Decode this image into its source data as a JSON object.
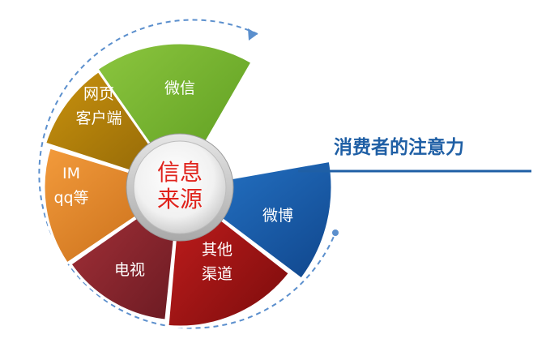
{
  "center_label": [
    "信息",
    "来源"
  ],
  "heading": "消费者的注意力",
  "segments": [
    {
      "id": "wechat",
      "lines": [
        "微信"
      ],
      "color": "#8cc63f",
      "dark": "#5a9a1e"
    },
    {
      "id": "weibo",
      "lines": [
        "微博"
      ],
      "color": "#2676c9",
      "dark": "#10468c"
    },
    {
      "id": "other-channels",
      "lines": [
        "其他",
        "渠道"
      ],
      "color": "#c51e1e",
      "dark": "#7a0c0c"
    },
    {
      "id": "tv",
      "lines": [
        "电视"
      ],
      "color": "#a8323a",
      "dark": "#6a1a22"
    },
    {
      "id": "im-qq",
      "lines": [
        "IM",
        "qq等"
      ],
      "color": "#f39b3c",
      "dark": "#c46a16"
    },
    {
      "id": "web-client",
      "lines": [
        "网页",
        "客户端"
      ],
      "color": "#c9920e",
      "dark": "#8c6306"
    }
  ]
}
